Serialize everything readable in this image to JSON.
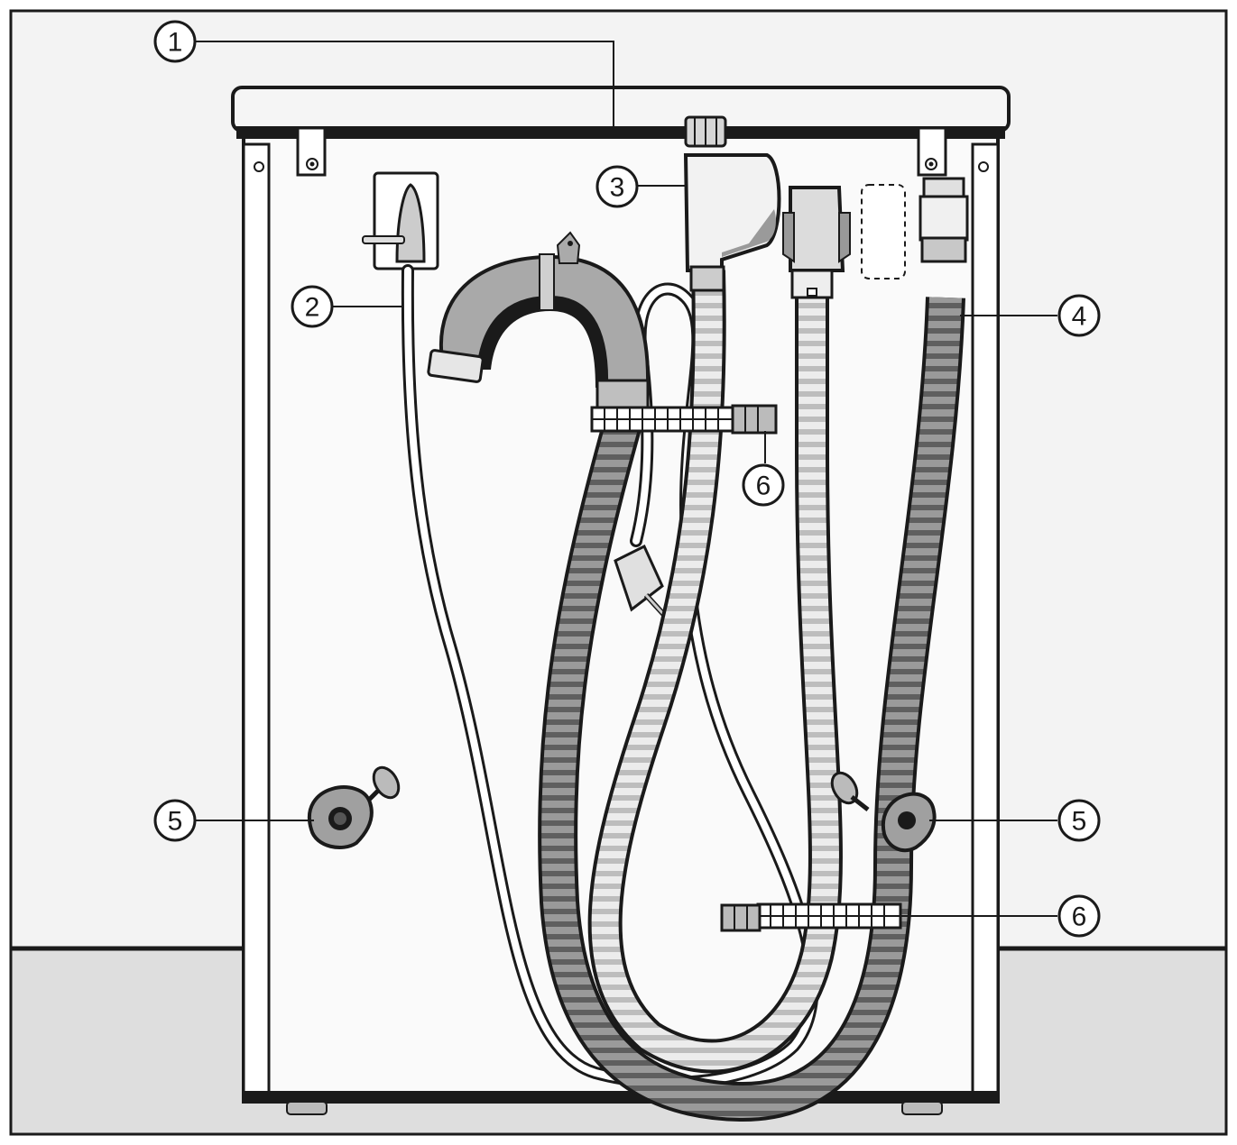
{
  "colors": {
    "wall": "#f2f2f2",
    "floor": "#dddddd",
    "outline": "#1a1a1a",
    "hose_light": "#e6e6e6",
    "hose_mid": "#a8a8a8",
    "hose_dark": "#7d7d7d",
    "cap_grey": "#8c8c8c",
    "panel": "#f7f7f7"
  },
  "callouts": [
    {
      "id": "c1",
      "label": "1"
    },
    {
      "id": "c2",
      "label": "2"
    },
    {
      "id": "c3",
      "label": "3"
    },
    {
      "id": "c4",
      "label": "4"
    },
    {
      "id": "c5a",
      "label": "5"
    },
    {
      "id": "c5b",
      "label": "5"
    },
    {
      "id": "c6a",
      "label": "6"
    },
    {
      "id": "c6b",
      "label": "6"
    }
  ]
}
